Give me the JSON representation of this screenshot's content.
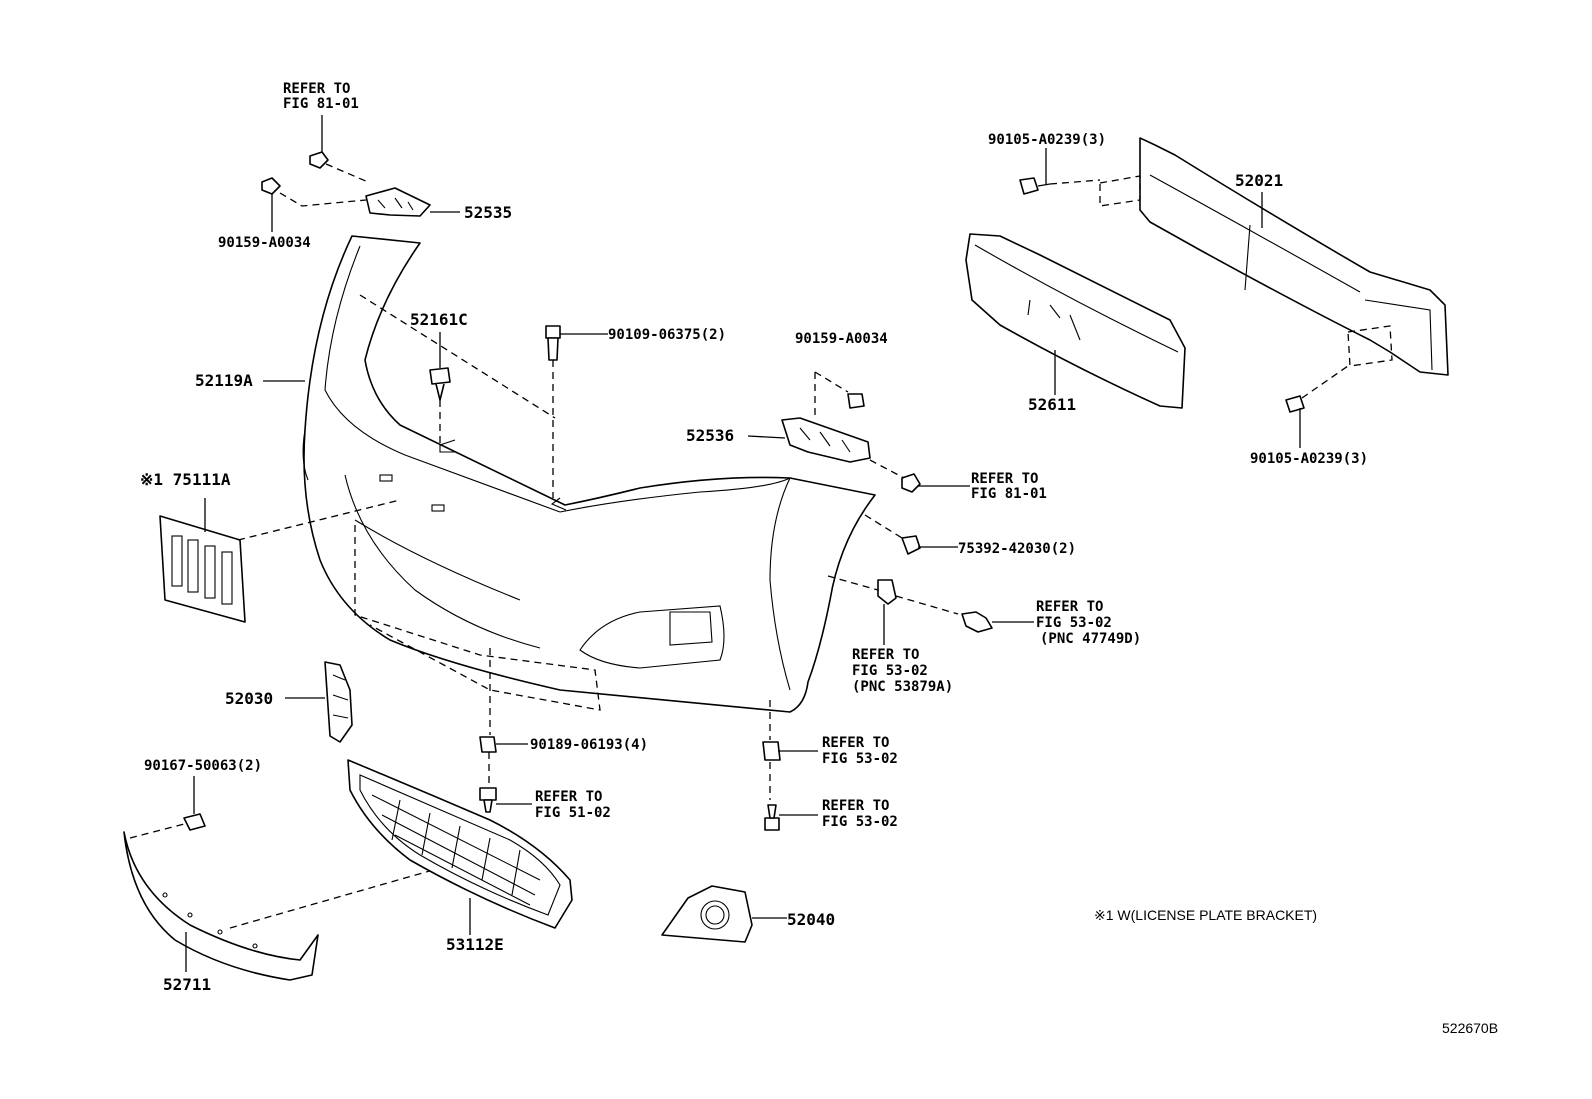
{
  "parts": {
    "p52535": "52535",
    "p90159_a": "90159-A0034",
    "p52161c": "52161C",
    "p90109": "90109-06375(2)",
    "p52119a": "52119A",
    "p75111a": "※1 75111A",
    "p90159_b": "90159-A0034",
    "p52536": "52536",
    "p75392": "75392-42030(2)",
    "p90105_top": "90105-A0239(3)",
    "p52021": "52021",
    "p52611": "52611",
    "p90105_bottom": "90105-A0239(3)",
    "p52030": "52030",
    "p90189": "90189-06193(4)",
    "p90167": "90167-50063(2)",
    "p52711": "52711",
    "p53112e": "53112E",
    "p52040": "52040"
  },
  "refs": {
    "r1": {
      "l1": "REFER TO",
      "l2": "FIG 81-01"
    },
    "r2": {
      "l1": "REFER TO",
      "l2": "FIG 81-01"
    },
    "r3": {
      "l1": "REFER TO",
      "l2": "FIG 53-02",
      "l3": "(PNC 47749D)"
    },
    "r4": {
      "l1": "REFER TO",
      "l2": "FIG 53-02",
      "l3": "(PNC 53879A)"
    },
    "r5": {
      "l1": "REFER TO",
      "l2": "FIG 51-02"
    },
    "r6": {
      "l1": "REFER TO",
      "l2": "FIG 53-02"
    },
    "r7": {
      "l1": "REFER TO",
      "l2": "FIG 53-02"
    }
  },
  "footnote": "※1 W(LICENSE PLATE BRACKET)",
  "diagram_id": "522670B"
}
